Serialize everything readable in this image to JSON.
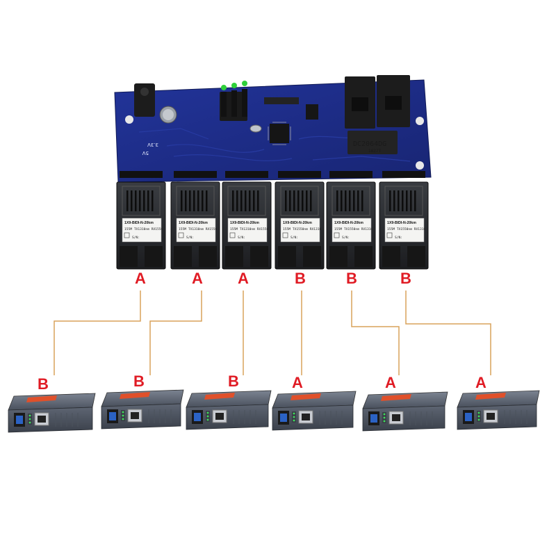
{
  "board": {
    "chip_label": "DC2064DG",
    "chip_date": "1827T",
    "silk_5v": "5V",
    "silk_33v": "3.3V"
  },
  "modules": [
    {
      "title": "1X9-BIDI-N-20km",
      "spec": "155M TX1310nm RX1550",
      "sn": "S/N:"
    },
    {
      "title": "1X9-BIDI-N-20km",
      "spec": "155M TX1310nm RX1550",
      "sn": "S/N:"
    },
    {
      "title": "1X9-BIDI-N-20km",
      "spec": "155M TX1310nm RX1550",
      "sn": "S/N:"
    },
    {
      "title": "1X9-BIDI-N-20km",
      "spec": "155M TX1550nm RX1310",
      "sn": "S/N:"
    },
    {
      "title": "1X9-BIDI-N-20km",
      "spec": "155M TX1550nm RX1310",
      "sn": "S/N:"
    },
    {
      "title": "1X9-BIDI-N-20km",
      "spec": "155M TX1550nm RX1310",
      "sn": "S/N:"
    }
  ],
  "switch_port_labels": [
    "A",
    "A",
    "A",
    "B",
    "B",
    "B"
  ],
  "converter_labels": [
    "B",
    "B",
    "B",
    "A",
    "A",
    "A"
  ],
  "colors": {
    "pcb": "#1f2f8f",
    "label_red": "#e01b24",
    "fiber_line": "#d9a25a",
    "converter_body": "#5a6270",
    "converter_stripe": "#e0502a"
  }
}
